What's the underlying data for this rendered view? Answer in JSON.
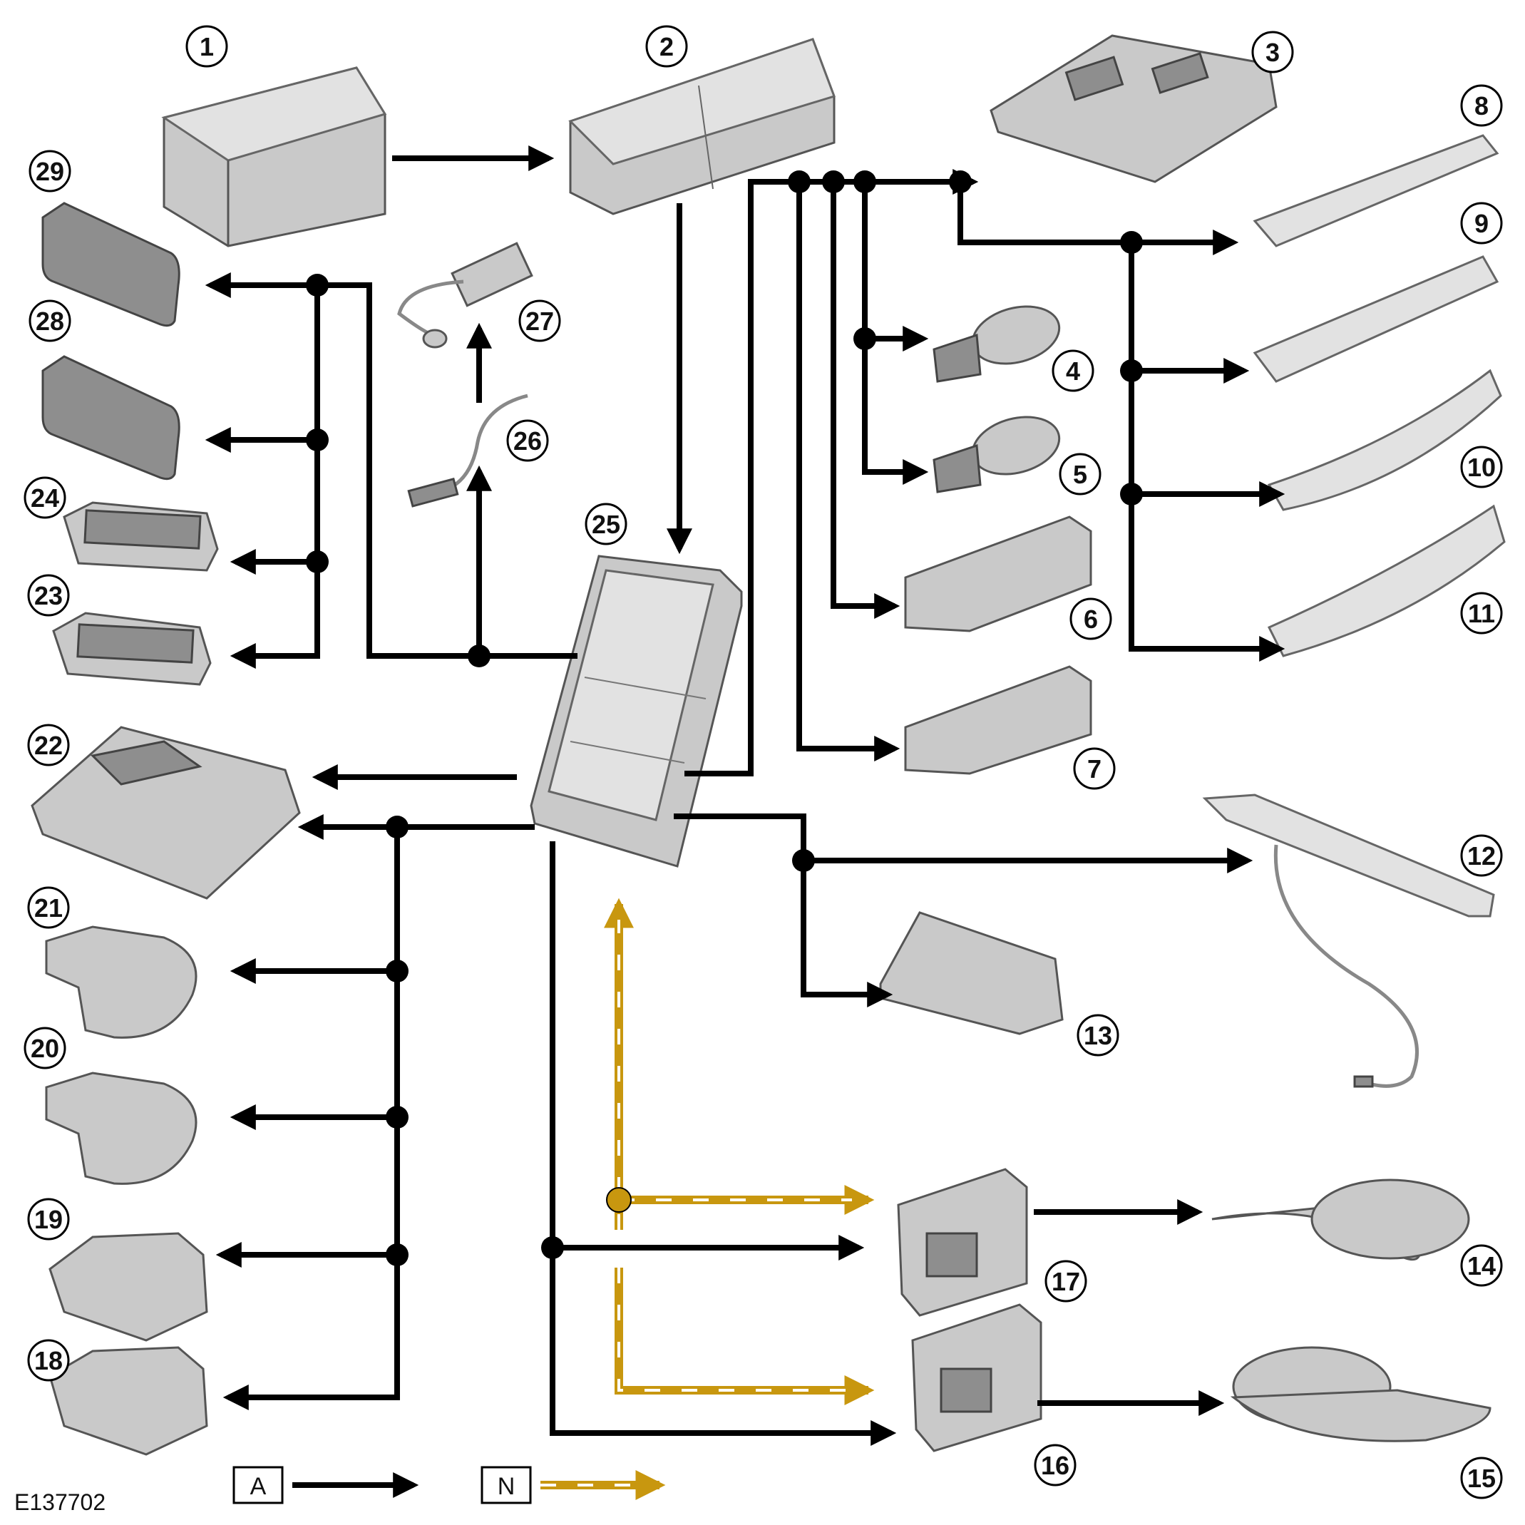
{
  "figure_id": "E137702",
  "legend": {
    "a_label": "A",
    "n_label": "N",
    "a_color": "#000000",
    "n_color": "#c8970f"
  },
  "callouts": [
    {
      "id": "1"
    },
    {
      "id": "2"
    },
    {
      "id": "3"
    },
    {
      "id": "4"
    },
    {
      "id": "5"
    },
    {
      "id": "6"
    },
    {
      "id": "7"
    },
    {
      "id": "8"
    },
    {
      "id": "9"
    },
    {
      "id": "10"
    },
    {
      "id": "11"
    },
    {
      "id": "12"
    },
    {
      "id": "13"
    },
    {
      "id": "14"
    },
    {
      "id": "15"
    },
    {
      "id": "16"
    },
    {
      "id": "17"
    },
    {
      "id": "18"
    },
    {
      "id": "19"
    },
    {
      "id": "20"
    },
    {
      "id": "21"
    },
    {
      "id": "22"
    },
    {
      "id": "23"
    },
    {
      "id": "24"
    },
    {
      "id": "25"
    },
    {
      "id": "26"
    },
    {
      "id": "27"
    },
    {
      "id": "28"
    },
    {
      "id": "29"
    }
  ]
}
